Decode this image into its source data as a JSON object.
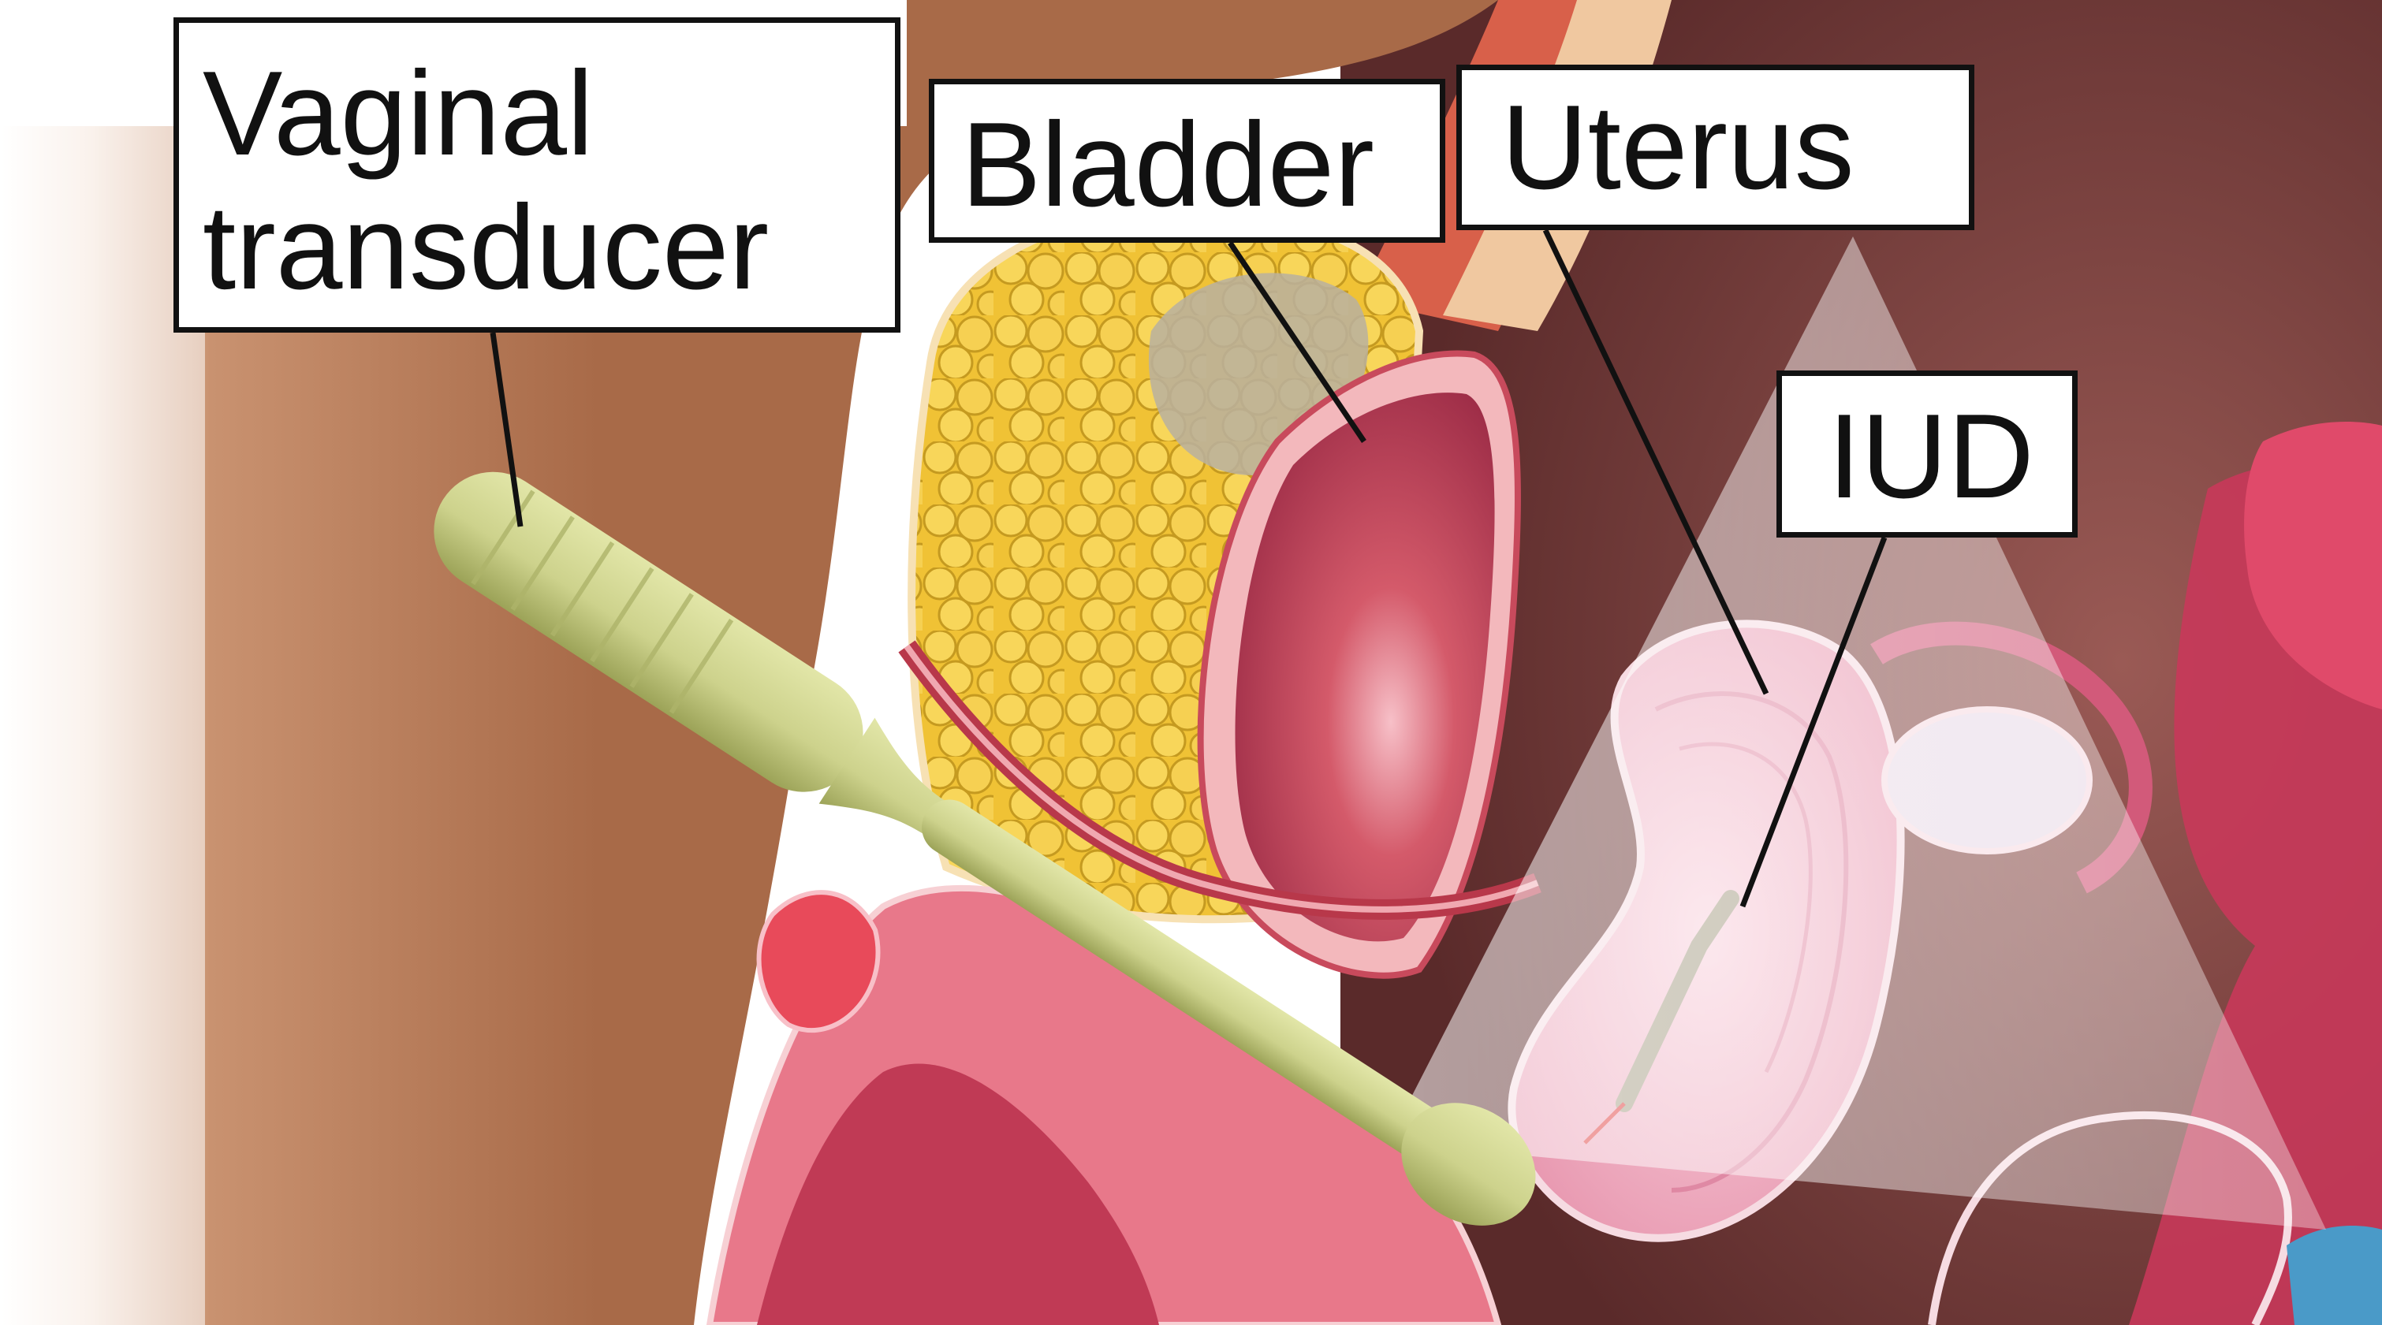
{
  "labels": {
    "vaginal_line1": "Vaginal",
    "vaginal_line2": "transducer",
    "bladder": "Bladder",
    "uterus": "Uterus",
    "iud": "IUD"
  },
  "colors": {
    "skin": "#c58a63",
    "skin_shadow": "#9a5a3a",
    "fat": "#f2c63a",
    "fat_outline": "#b98a18",
    "bladder": "#c84a5c",
    "bladder_highlight": "#f0a0b0",
    "uterus": "#f1b6c8",
    "transducer": "#cdd28c",
    "transducer_shadow": "#a7ad62",
    "ultrasound_beam": "#ffffff",
    "background_right": "#7a3a3a",
    "label_border": "#111111",
    "label_bg": "#ffffff"
  }
}
